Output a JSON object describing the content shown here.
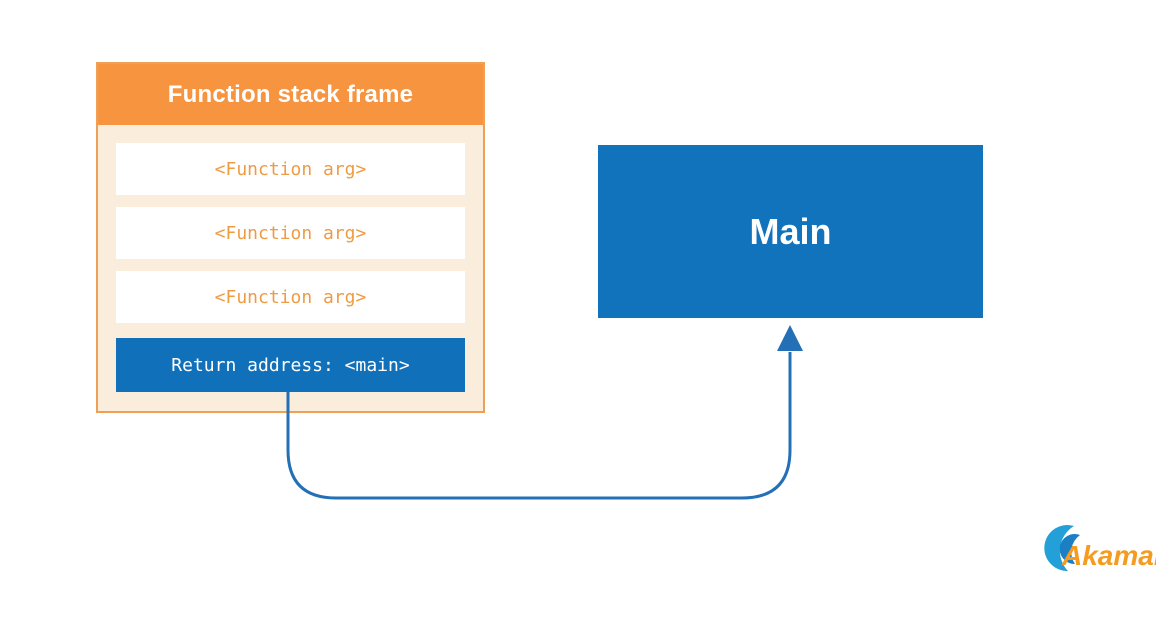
{
  "stack_frame": {
    "title": "Function stack frame",
    "arg_rows": [
      "<Function arg>",
      "<Function arg>",
      "<Function arg>"
    ],
    "return_row": "Return address: <main>"
  },
  "main_box": {
    "label": "Main"
  },
  "logo": {
    "brand": "Akamai"
  },
  "colors": {
    "header_orange": "#F79440",
    "box_border_orange": "#EFA057",
    "box_fill_cream": "#FBEDDC",
    "arg_text_orange": "#EE9C44",
    "return_row_blue": "#1070BA",
    "main_box_blue": "#1173BC",
    "arrow_blue": "#2470B6",
    "logo_orange": "#F59C20",
    "logo_blue_outer": "#23A0D8",
    "logo_blue_inner": "#1B7FC6"
  }
}
